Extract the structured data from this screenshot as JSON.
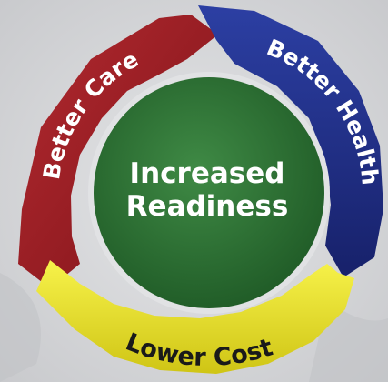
{
  "diagram": {
    "center": {
      "line1": "Increased",
      "line2": "Readiness"
    },
    "segments": [
      {
        "label": "Better Care"
      },
      {
        "label": "Better Health"
      },
      {
        "label": "Lower Cost"
      }
    ]
  }
}
